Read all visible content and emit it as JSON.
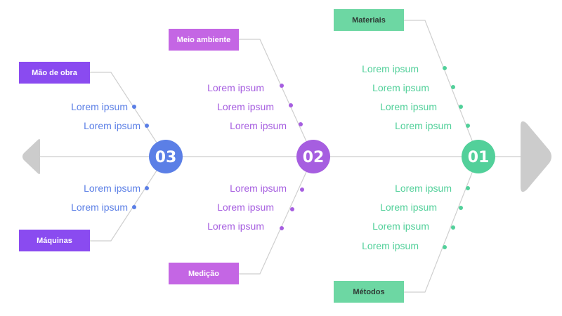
{
  "colors": {
    "spine": "#d6d6d6",
    "arrow": "#cccccc",
    "branch_line": "#cfcfcf",
    "blue": "#5b7fe6",
    "purple": "#a65ee0",
    "green": "#52d09a",
    "label_purple": "#8a4bf0",
    "label_magenta": "#c466e4",
    "label_green": "#6dd7a3"
  },
  "nodes": [
    {
      "id": "node-03",
      "label": "03",
      "color_key": "blue"
    },
    {
      "id": "node-02",
      "label": "02",
      "color_key": "purple"
    },
    {
      "id": "node-01",
      "label": "01",
      "color_key": "green"
    }
  ],
  "categories": [
    {
      "id": "mao-de-obra",
      "label": "Mão de obra",
      "color_key": "label_purple"
    },
    {
      "id": "maquinas",
      "label": "Máquinas",
      "color_key": "label_purple"
    },
    {
      "id": "meio-ambiente",
      "label": "Meio ambiente",
      "color_key": "label_magenta"
    },
    {
      "id": "medicao",
      "label": "Medição",
      "color_key": "label_magenta"
    },
    {
      "id": "materiais",
      "label": "Materiais",
      "color_key": "label_green"
    },
    {
      "id": "metodos",
      "label": "Métodos",
      "color_key": "label_green"
    }
  ],
  "items": {
    "mao_de_obra": [
      "Lorem ipsum",
      "Lorem ipsum"
    ],
    "maquinas": [
      "Lorem ipsum",
      "Lorem ipsum"
    ],
    "meio_ambiente": [
      "Lorem ipsum",
      "Lorem ipsum",
      "Lorem ipsum"
    ],
    "medicao": [
      "Lorem ipsum",
      "Lorem ipsum",
      "Lorem ipsum"
    ],
    "materiais": [
      "Lorem ipsum",
      "Lorem ipsum",
      "Lorem ipsum",
      "Lorem ipsum"
    ],
    "metodos": [
      "Lorem ipsum",
      "Lorem ipsum",
      "Lorem ipsum",
      "Lorem ipsum"
    ]
  }
}
